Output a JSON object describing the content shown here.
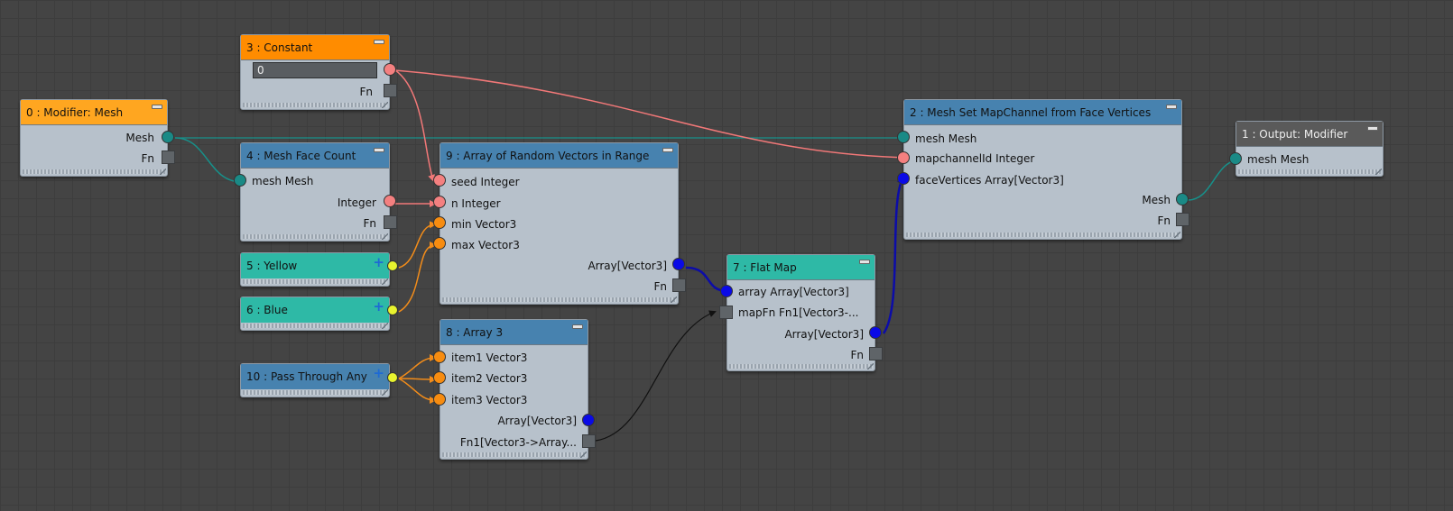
{
  "colors": {
    "header_orange": "#ff8c00",
    "header_amber": "#ffa620",
    "header_blue": "#4782af",
    "header_teal": "#2eb9a6",
    "header_gray": "#5a5a5a",
    "node_body": "#b7c1cb",
    "port_mesh": "#1a8a86",
    "port_integer": "#f48080",
    "port_vector": "#f78c10",
    "port_array": "#0a0ae6",
    "port_any": "#e8f32e",
    "wire_mesh": "#17908a",
    "wire_integer": "#f27878",
    "wire_vector": "#f28c1a",
    "wire_array": "#0c0ca8",
    "wire_fn": "#111111"
  },
  "nodes": {
    "constant": {
      "title": "3 : Constant",
      "value": "0",
      "fn": "Fn"
    },
    "modifier_mesh": {
      "title": "0 : Modifier: Mesh",
      "out_mesh": "Mesh",
      "fn": "Fn"
    },
    "mesh_face_count": {
      "title": "4 : Mesh Face Count",
      "in_mesh": "mesh Mesh",
      "out_integer": "Integer",
      "fn": "Fn"
    },
    "random_vectors": {
      "title": "9 : Array of Random Vectors in Range",
      "in_seed": "seed Integer",
      "in_n": "n Integer",
      "in_min": "min Vector3",
      "in_max": "max Vector3",
      "out_array": "Array[Vector3]",
      "fn": "Fn"
    },
    "yellow": {
      "title": "5 : Yellow"
    },
    "blue": {
      "title": "6 : Blue"
    },
    "array3": {
      "title": "8 : Array 3",
      "in_item1": "item1 Vector3",
      "in_item2": "item2 Vector3",
      "in_item3": "item3 Vector3",
      "out_array": "Array[Vector3]",
      "out_fn": "Fn1[Vector3->Array..."
    },
    "pass_through": {
      "title": "10 : Pass Through Any"
    },
    "flat_map": {
      "title": "7 : Flat Map",
      "in_array": "array Array[Vector3]",
      "in_mapfn": "mapFn Fn1[Vector3-...",
      "out_array": "Array[Vector3]",
      "fn": "Fn"
    },
    "set_mapchannel": {
      "title": "2 : Mesh Set MapChannel from Face Vertices",
      "in_mesh": "mesh Mesh",
      "in_mapchannel": "mapchannelId Integer",
      "in_facevertices": "faceVertices Array[Vector3]",
      "out_mesh": "Mesh",
      "fn": "Fn"
    },
    "output_modifier": {
      "title": "1 : Output: Modifier",
      "in_mesh": "mesh Mesh"
    }
  }
}
